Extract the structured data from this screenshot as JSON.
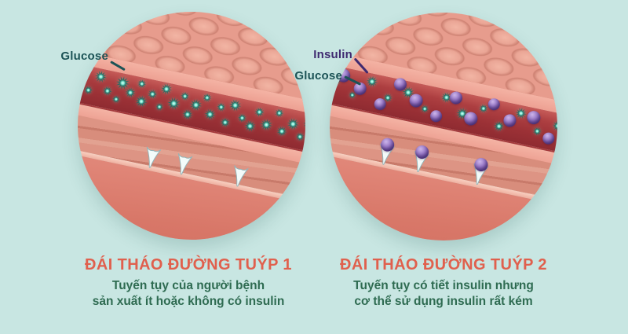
{
  "page": {
    "background": "#c8e6e2"
  },
  "colors": {
    "bg": "#c8e6e2",
    "title": "#e0604d",
    "body_text": "#2e6b51",
    "glucose_label": "#1c5356",
    "insulin_label": "#3f2a70",
    "glucose_green": "#256a61",
    "insulin_purple": "#6a4a9e",
    "vessel_red": "#9c3136"
  },
  "panels": [
    {
      "title": "ĐÁI THÁO ĐƯỜNG TUÝP 1",
      "description": [
        "Tuyến tụy của người bệnh",
        "sản xuất ít hoặc không có insulin"
      ],
      "labels": {
        "glucose": "Glucose"
      },
      "illustration": {
        "glucose": [
          [
            13,
            16,
            15
          ],
          [
            16,
            30,
            12
          ],
          [
            19,
            10,
            16
          ],
          [
            22,
            26,
            13
          ],
          [
            25,
            34,
            11
          ],
          [
            26,
            12,
            18
          ],
          [
            29,
            22,
            14
          ],
          [
            32,
            8,
            12
          ],
          [
            33,
            30,
            16
          ],
          [
            36,
            18,
            13
          ],
          [
            39,
            32,
            11
          ],
          [
            40,
            8,
            15
          ],
          [
            43,
            24,
            17
          ],
          [
            46,
            12,
            12
          ],
          [
            48,
            34,
            14
          ],
          [
            50,
            20,
            16
          ],
          [
            53,
            8,
            12
          ],
          [
            55,
            28,
            15
          ],
          [
            58,
            16,
            12
          ],
          [
            60,
            34,
            13
          ],
          [
            62,
            10,
            16
          ],
          [
            65,
            24,
            12
          ],
          [
            68,
            32,
            15
          ],
          [
            70,
            12,
            13
          ],
          [
            73,
            26,
            16
          ],
          [
            76,
            8,
            12
          ],
          [
            78,
            30,
            14
          ],
          [
            81,
            18,
            16
          ],
          [
            84,
            32,
            12
          ],
          [
            86,
            14,
            15
          ]
        ],
        "insulin": [],
        "receptors": [
          {
            "x": 40,
            "bound": false
          },
          {
            "x": 50,
            "bound": false
          },
          {
            "x": 68,
            "bound": false
          }
        ]
      }
    },
    {
      "title": "ĐÁI THÁO ĐƯỜNG TUÝP 2",
      "description": [
        "Tuyến tụy có tiết insulin nhưng",
        "cơ thể sử dụng insulin rất kém"
      ],
      "labels": {
        "insulin": "Insulin",
        "glucose": "Glucose"
      },
      "illustration": {
        "glucose": [
          [
            14,
            18,
            13
          ],
          [
            20,
            32,
            10
          ],
          [
            25,
            10,
            15
          ],
          [
            31,
            26,
            12
          ],
          [
            37,
            14,
            16
          ],
          [
            43,
            30,
            11
          ],
          [
            49,
            10,
            14
          ],
          [
            55,
            26,
            16
          ],
          [
            61,
            14,
            12
          ],
          [
            67,
            32,
            14
          ],
          [
            73,
            10,
            15
          ],
          [
            79,
            28,
            12
          ],
          [
            85,
            16,
            14
          ]
        ],
        "insulin": [
          [
            16,
            10,
            17
          ],
          [
            22,
            22,
            16
          ],
          [
            29,
            36,
            15
          ],
          [
            34,
            6,
            16
          ],
          [
            40,
            22,
            17
          ],
          [
            47,
            36,
            15
          ],
          [
            52,
            8,
            16
          ],
          [
            58,
            30,
            17
          ],
          [
            64,
            6,
            15
          ],
          [
            70,
            22,
            16
          ],
          [
            77,
            12,
            17
          ],
          [
            83,
            34,
            15
          ]
        ],
        "receptors": [
          {
            "x": 34,
            "bound": true
          },
          {
            "x": 45,
            "bound": true
          },
          {
            "x": 64,
            "bound": true
          }
        ]
      }
    }
  ]
}
